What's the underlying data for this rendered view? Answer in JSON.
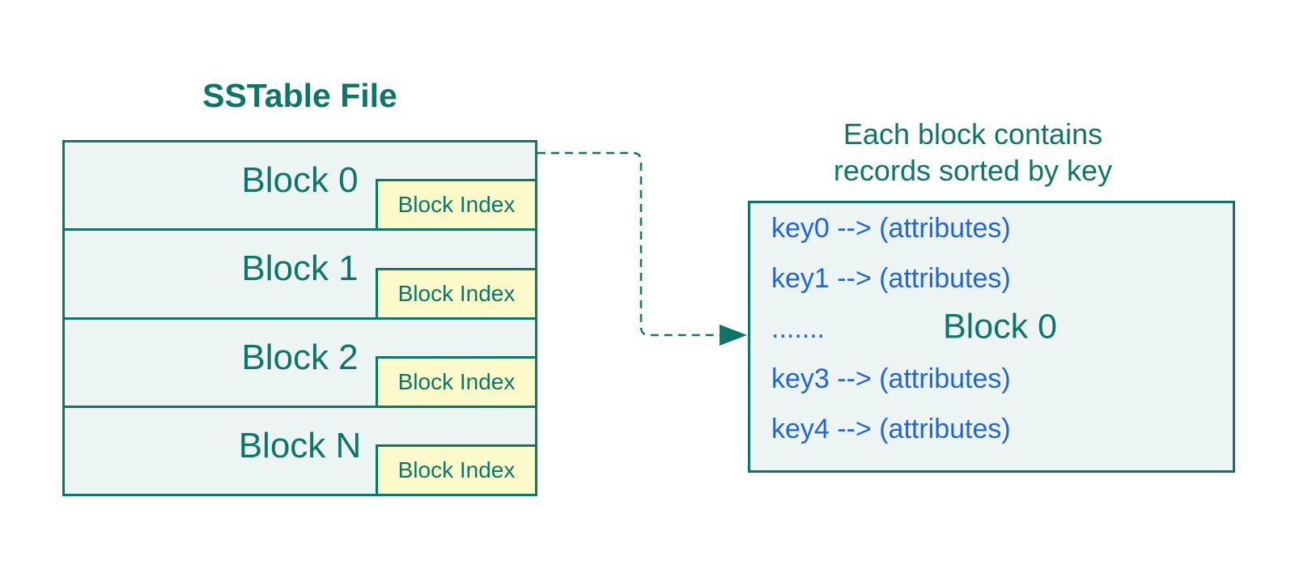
{
  "colors": {
    "teal": "#0d7666",
    "blue": "#1e66d9",
    "block_fill": "#edf4f4",
    "index_fill": "#fcf9cb",
    "background": "#ffffff"
  },
  "sstable": {
    "title": "SSTable File",
    "blocks": [
      {
        "label": "Block 0",
        "index_label": "Block Index"
      },
      {
        "label": "Block 1",
        "index_label": "Block Index"
      },
      {
        "label": "Block 2",
        "index_label": "Block Index"
      },
      {
        "label": "Block N",
        "index_label": "Block Index"
      }
    ]
  },
  "block_detail": {
    "title_line1": "Each block contains",
    "title_line2": "records sorted by key",
    "records": [
      "key0 --> (attributes)",
      "key1 --> (attributes)",
      "key3 --> (attributes)",
      "key4 --> (attributes)"
    ],
    "ellipsis": ".......",
    "block_label": "Block 0"
  }
}
